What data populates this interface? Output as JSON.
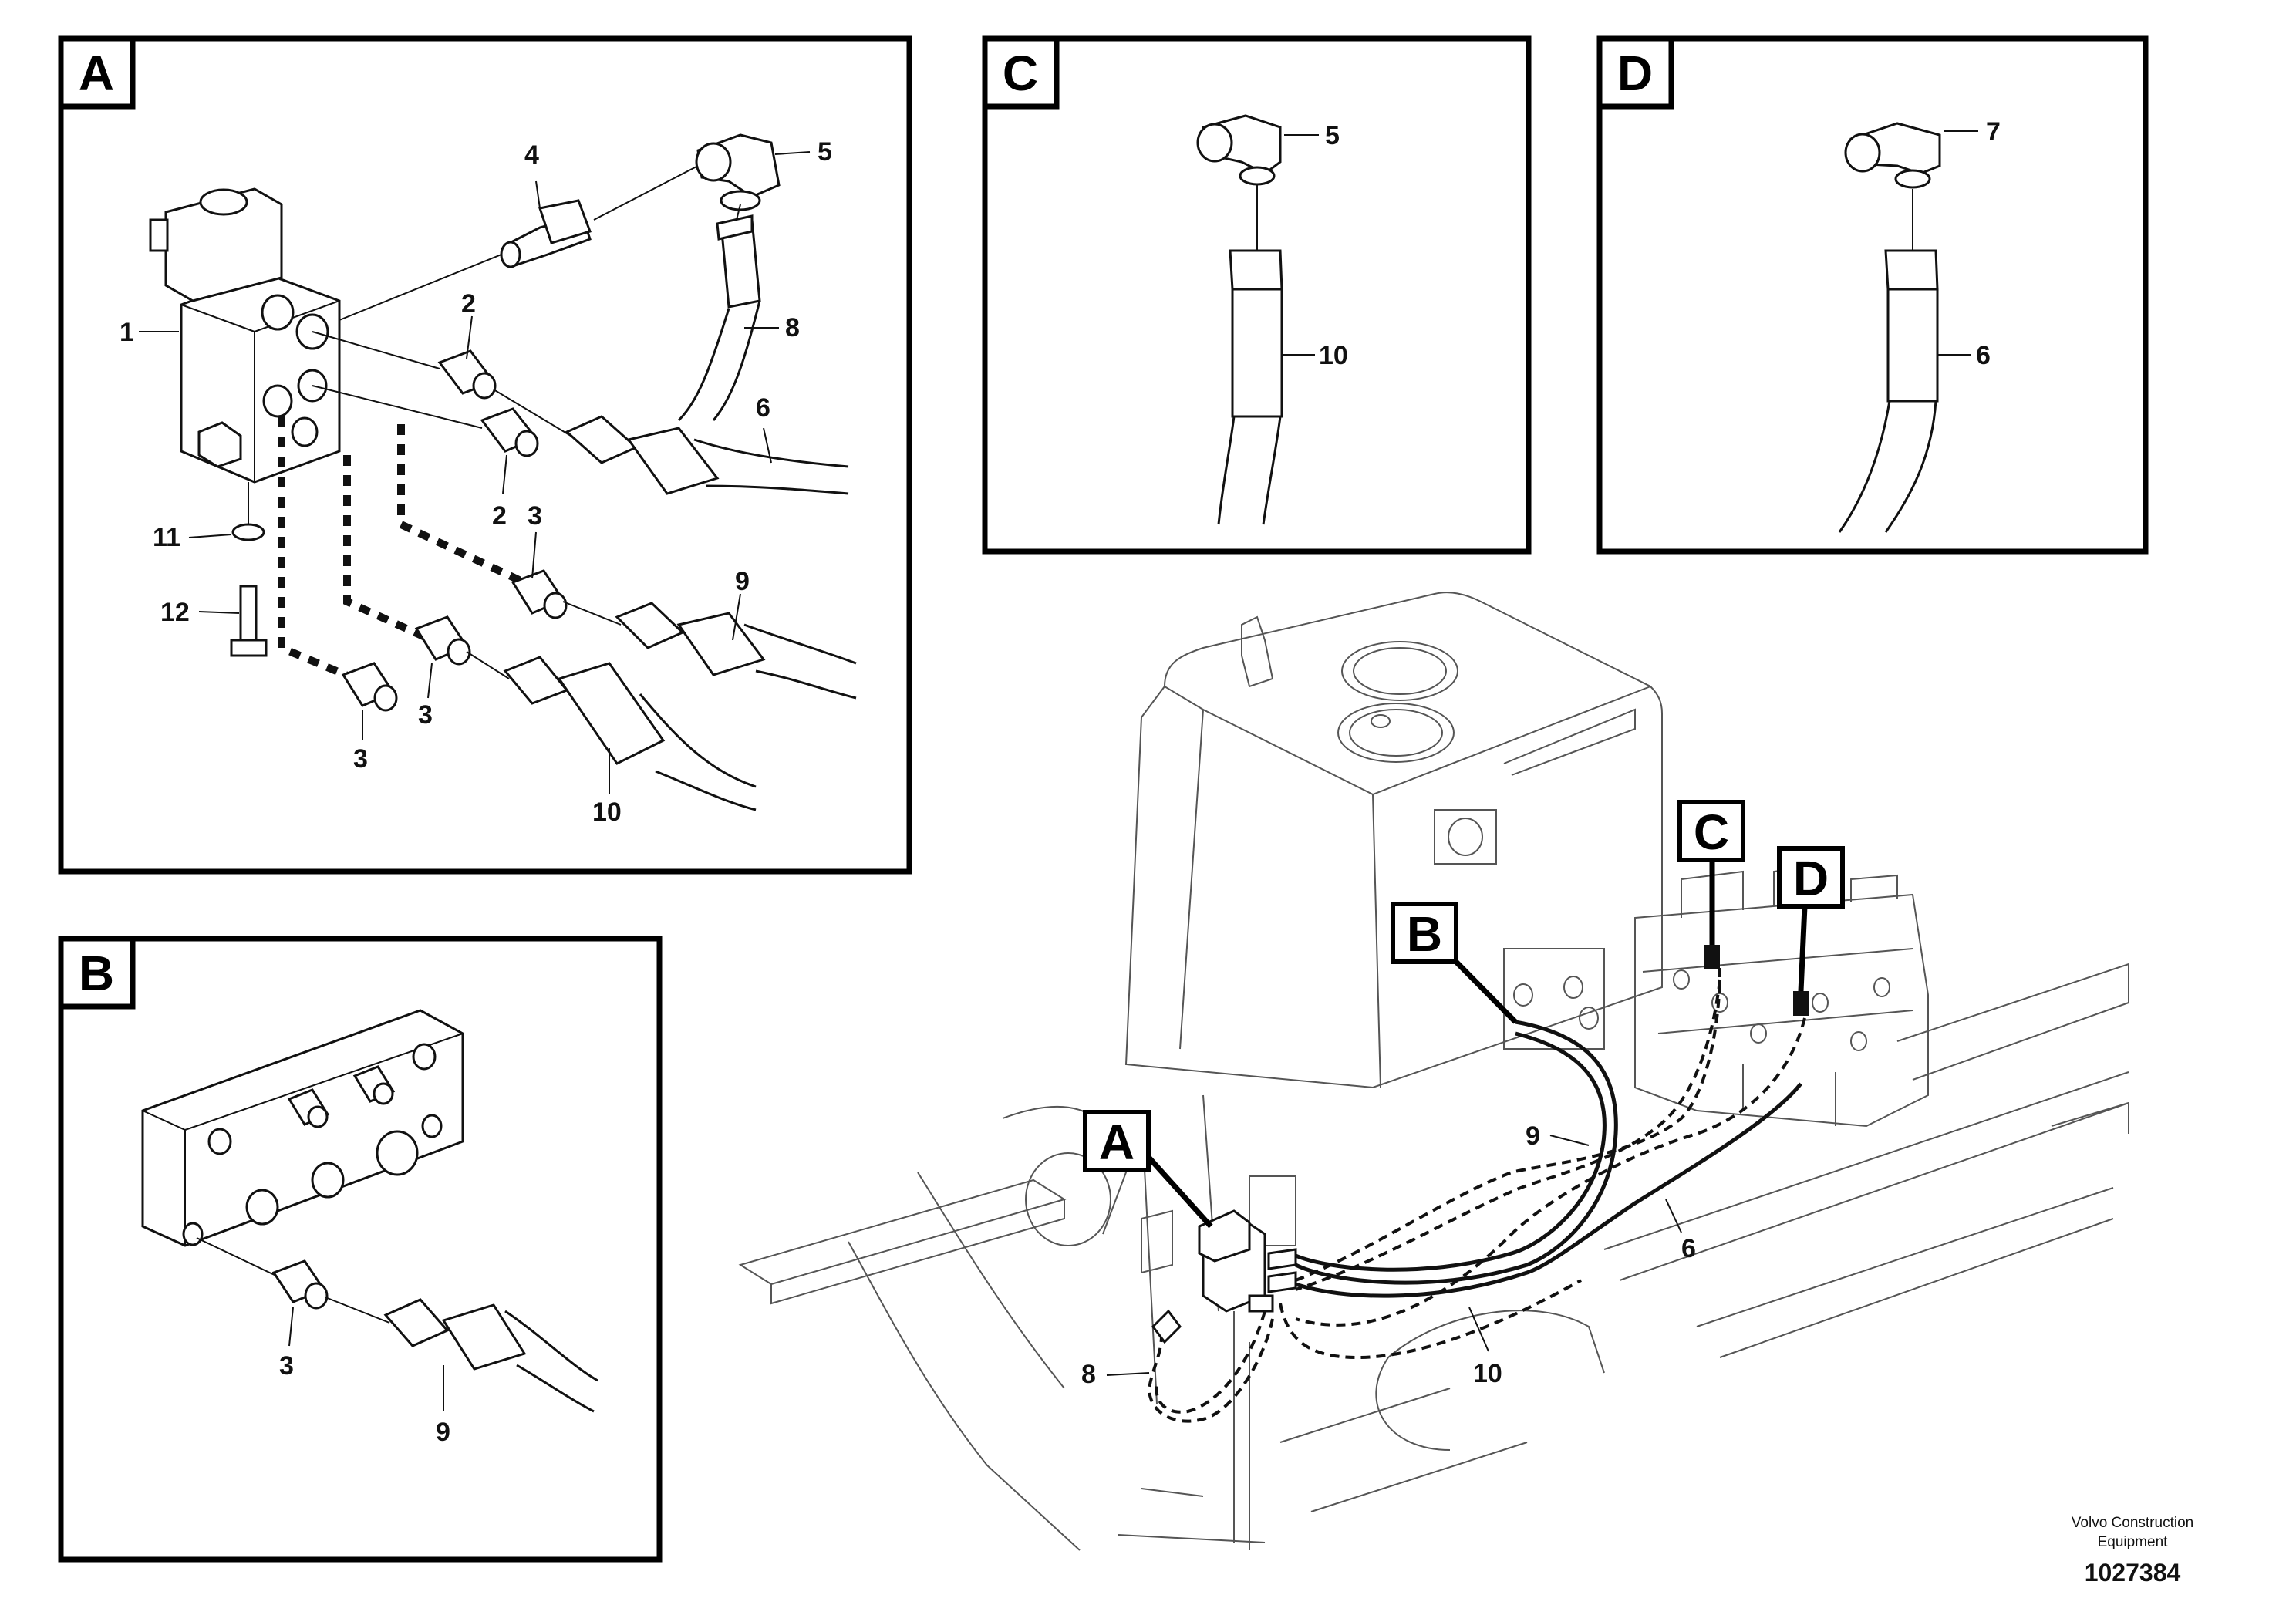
{
  "panels": {
    "A": {
      "letter": "A"
    },
    "B": {
      "letter": "B"
    },
    "C": {
      "letter": "C"
    },
    "D": {
      "letter": "D"
    }
  },
  "callouts": {
    "A": {
      "c1": "1",
      "c2a": "2",
      "c2b": "2",
      "c3a": "3",
      "c3b": "3",
      "c3c": "3",
      "c4": "4",
      "c5": "5",
      "c6": "6",
      "c8": "8",
      "c9": "9",
      "c10": "10",
      "c11": "11",
      "c12": "12"
    },
    "B": {
      "c3": "3",
      "c9": "9"
    },
    "C": {
      "c5": "5",
      "c10": "10"
    },
    "D": {
      "c7": "7",
      "c6": "6"
    },
    "main": {
      "c9": "9",
      "c6": "6",
      "c8": "8",
      "c10": "10"
    }
  },
  "marker_labels": {
    "A": "A",
    "B": "B",
    "C": "C",
    "D": "D"
  },
  "credit": {
    "line1": "Volvo Construction",
    "line2": "Equipment"
  },
  "doc_number": "1027384"
}
